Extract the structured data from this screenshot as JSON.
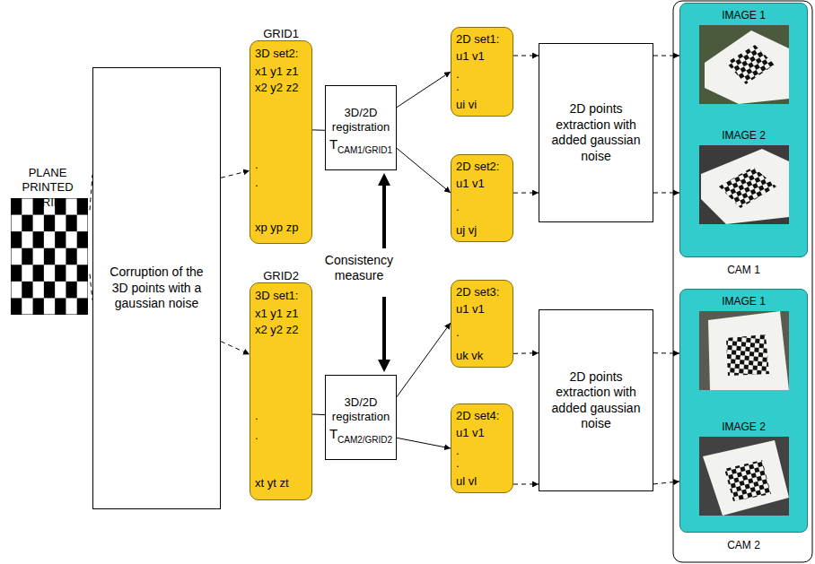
{
  "diagram": {
    "nodes": [
      {
        "text": [
          "PLANE PRINTED GRID"
        ]
      },
      {
        "text": [
          "Corruption of the 3D points with a gaussian noise"
        ]
      },
      {
        "text": [
          "GRID1",
          "3D set2:",
          "x1 y1 z1",
          "x2 y2 z2",
          ".",
          ".",
          "xp yp zp"
        ]
      },
      {
        "text": [
          "3D/2D registration",
          "T",
          "CAM1/GRID1"
        ]
      },
      {
        "text": [
          "2D set1:",
          "u1 v1",
          ".",
          ".",
          "ui vi"
        ]
      },
      {
        "text": [
          "2D set2:",
          "u1 v1",
          ".",
          "uj vj"
        ]
      },
      {
        "text": [
          "2D points extraction with added gaussian noise"
        ]
      },
      {
        "text": [
          "IMAGE 1",
          "IMAGE 2",
          "CAM 1"
        ]
      },
      {
        "text": [
          "GRID2",
          "3D set1:",
          "x1 y1 z1",
          "x2 y2 z2",
          ".",
          ".",
          "xt yt zt"
        ]
      },
      {
        "text": [
          "3D/2D registration",
          "T",
          "CAM2/GRID2"
        ]
      },
      {
        "text": [
          "2D set3:",
          "u1 v1",
          ".",
          "uk vk"
        ]
      },
      {
        "text": [
          "2D set4:",
          "u1 v1",
          ".",
          ".",
          "ul vl"
        ]
      },
      {
        "text": [
          "2D points extraction with added gaussian noise"
        ]
      },
      {
        "text": [
          "IMAGE 1",
          "IMAGE 2",
          "CAM 2"
        ]
      }
    ],
    "edges": [
      {
        "from": 0,
        "to": 1,
        "arrow": "none"
      },
      {
        "from": 0,
        "to": 1,
        "arrow": "none"
      },
      {
        "from": 1,
        "to": 2,
        "arrow": "to"
      },
      {
        "from": 1,
        "to": 8,
        "arrow": "to"
      },
      {
        "from": 2,
        "to": 3,
        "arrow": "none"
      },
      {
        "from": 3,
        "to": 4,
        "arrow": "to"
      },
      {
        "from": 3,
        "to": 5,
        "arrow": "to"
      },
      {
        "from": 4,
        "to": 6,
        "arrow": "to"
      },
      {
        "from": 5,
        "to": 6,
        "arrow": "to"
      },
      {
        "from": 6,
        "to": 7,
        "arrow": "to"
      },
      {
        "from": 6,
        "to": 7,
        "arrow": "to"
      },
      {
        "from": 8,
        "to": 9,
        "arrow": "none"
      },
      {
        "from": 9,
        "to": 10,
        "arrow": "to"
      },
      {
        "from": 9,
        "to": 11,
        "arrow": "to"
      },
      {
        "from": 10,
        "to": 12,
        "arrow": "to"
      },
      {
        "from": 11,
        "to": 12,
        "arrow": "to"
      },
      {
        "from": 12,
        "to": 13,
        "arrow": "to"
      },
      {
        "from": 12,
        "to": 13,
        "arrow": "to"
      }
    ],
    "labels": [
      "Consistency measure"
    ]
  }
}
